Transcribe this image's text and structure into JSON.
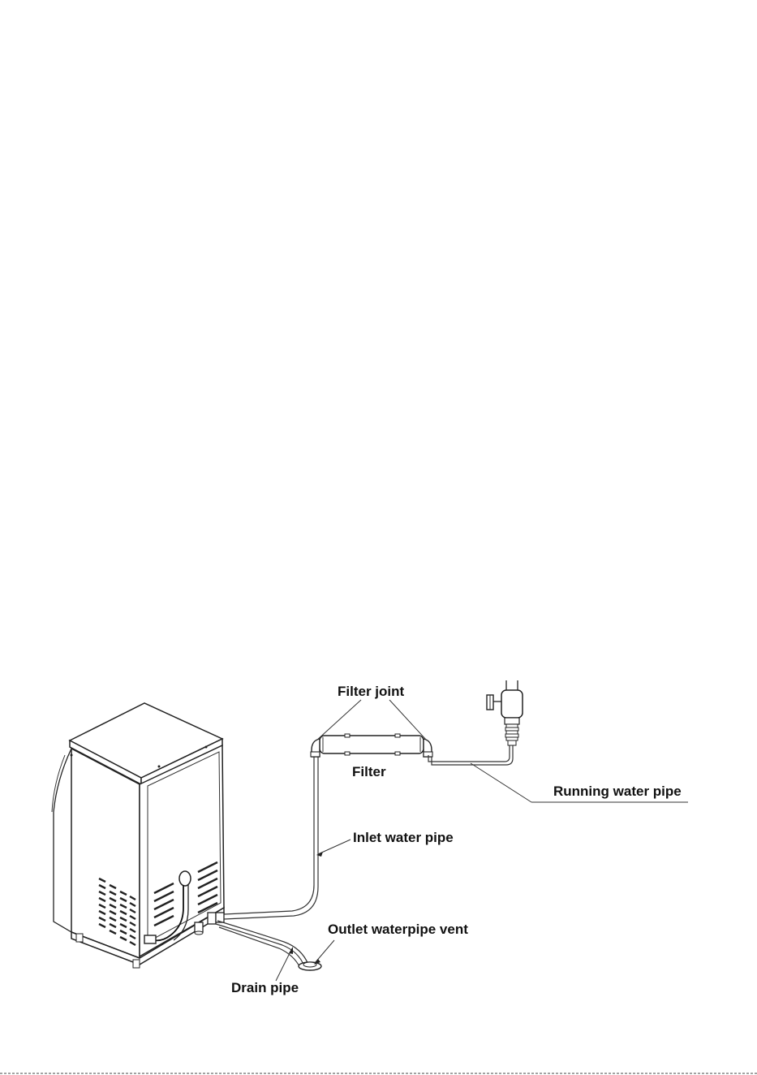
{
  "labels": {
    "filter_joint": "Filter joint",
    "filter": "Filter",
    "running_water_pipe": "Running water pipe",
    "inlet_water_pipe": "Inlet water pipe",
    "outlet_waterpipe_vent": "Outlet waterpipe vent",
    "drain_pipe": "Drain pipe"
  }
}
